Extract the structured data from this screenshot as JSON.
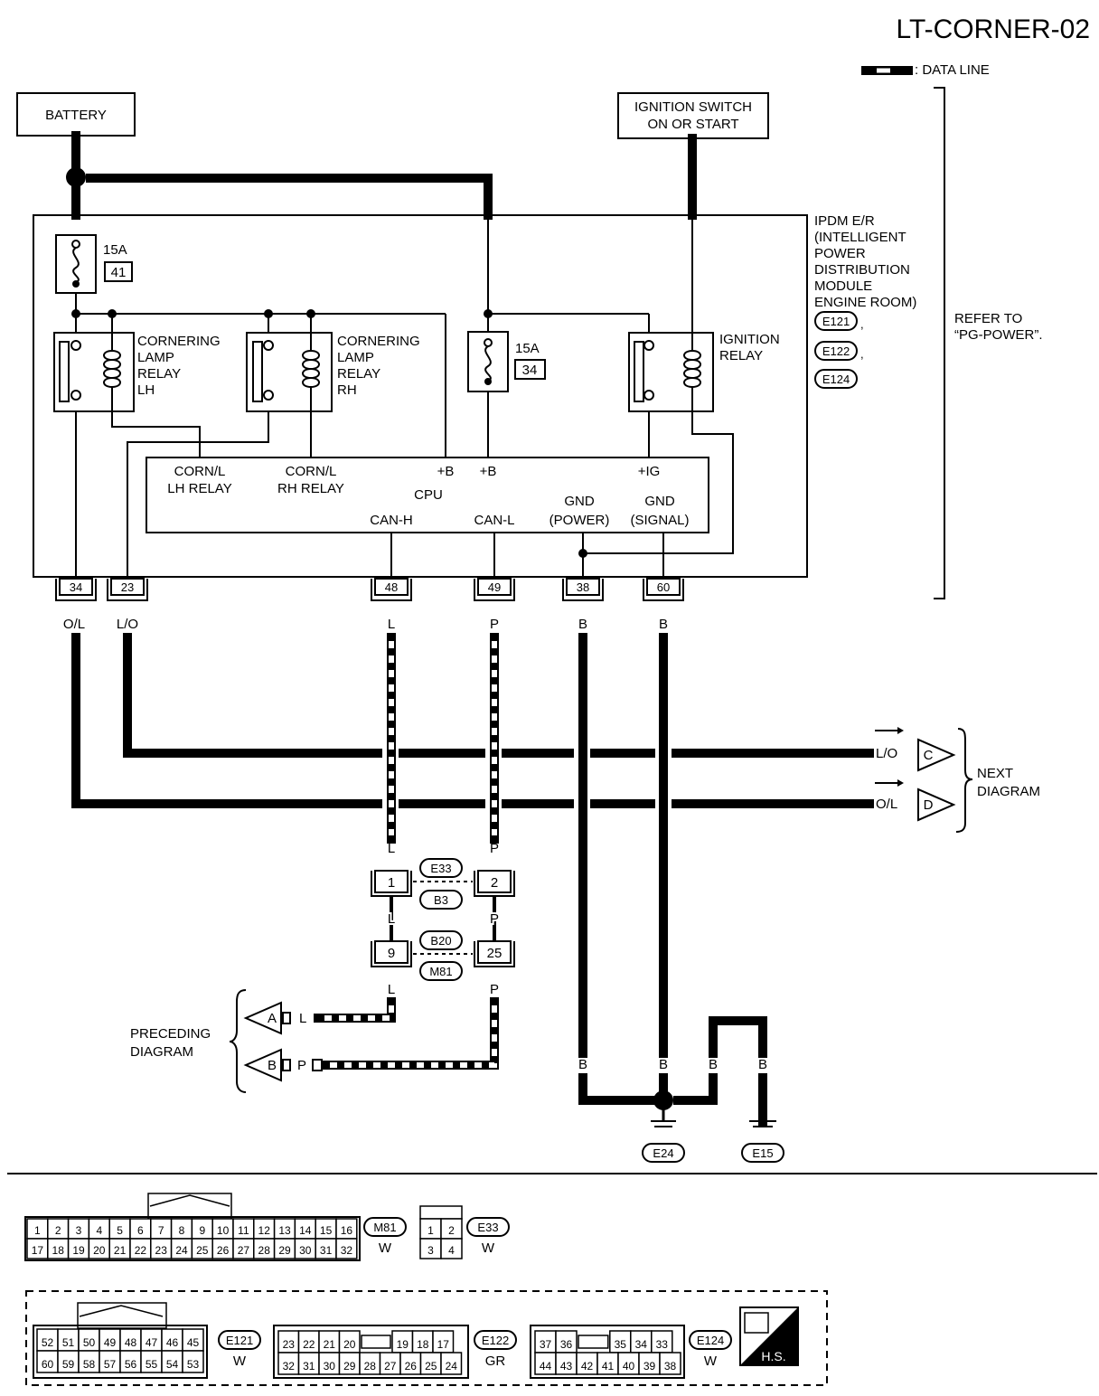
{
  "title": "LT-CORNER-02",
  "legend": {
    "data_line": ": DATA LINE"
  },
  "battery": "BATTERY",
  "ignition_switch": [
    "IGNITION SWITCH",
    "ON OR START"
  ],
  "ipdm": {
    "lines": [
      "IPDM E/R",
      "(INTELLIGENT",
      "POWER",
      "DISTRIBUTION",
      "MODULE",
      "ENGINE ROOM)"
    ],
    "connectors": [
      "E121",
      "E122",
      "E124"
    ],
    "refer": [
      "REFER TO",
      "“PG-POWER”."
    ]
  },
  "fuses": [
    {
      "amp": "15A",
      "number": "41"
    },
    {
      "amp": "15A",
      "number": "34"
    }
  ],
  "relays": {
    "lh": [
      "CORNERING",
      "LAMP",
      "RELAY",
      "LH"
    ],
    "rh": [
      "CORNERING",
      "LAMP",
      "RELAY",
      "RH"
    ],
    "ign": [
      "IGNITION",
      "RELAY"
    ]
  },
  "cpu": {
    "corn_lh": [
      "CORN/L",
      "LH RELAY"
    ],
    "corn_rh": [
      "CORN/L",
      "RH RELAY"
    ],
    "b1": "+B",
    "b2": "+B",
    "ig": "+IG",
    "name": "CPU",
    "gnd_power": [
      "GND",
      "(POWER)"
    ],
    "gnd_signal": [
      "GND",
      "(SIGNAL)"
    ],
    "can_h": "CAN-H",
    "can_l": "CAN-L"
  },
  "terminals": [
    {
      "num": "34",
      "color": "O/L"
    },
    {
      "num": "23",
      "color": "L/O"
    },
    {
      "num": "48",
      "color": "L"
    },
    {
      "num": "49",
      "color": "P"
    },
    {
      "num": "38",
      "color": "B"
    },
    {
      "num": "60",
      "color": "B"
    }
  ],
  "next_diagram": {
    "label": [
      "NEXT",
      "DIAGRAM"
    ],
    "c": {
      "color": "L/O",
      "letter": "C"
    },
    "d": {
      "color": "O/L",
      "letter": "D"
    }
  },
  "preceding_diagram": {
    "label": [
      "PRECEDING",
      "DIAGRAM"
    ],
    "a": {
      "color": "L",
      "letter": "A"
    },
    "b": {
      "color": "P",
      "letter": "B"
    }
  },
  "joint_connectors": [
    {
      "top": "E33",
      "bottom": "B3",
      "left": "1",
      "right": "2"
    },
    {
      "top": "B20",
      "bottom": "M81",
      "left": "9",
      "right": "25"
    }
  ],
  "wire_colors": {
    "l": "L",
    "p": "P",
    "b": "B"
  },
  "grounds": [
    "E24",
    "E15"
  ],
  "connector_m81": {
    "id": "M81",
    "color": "W",
    "row1": [
      "1",
      "2",
      "3",
      "4",
      "5",
      "6",
      "7",
      "8",
      "9",
      "10",
      "11",
      "12",
      "13",
      "14",
      "15",
      "16"
    ],
    "row2": [
      "17",
      "18",
      "19",
      "20",
      "21",
      "22",
      "23",
      "24",
      "25",
      "26",
      "27",
      "28",
      "29",
      "30",
      "31",
      "32"
    ]
  },
  "connector_e33": {
    "id": "E33",
    "color": "W",
    "row1": [
      "1",
      "2"
    ],
    "row2": [
      "3",
      "4"
    ]
  },
  "connector_e121": {
    "id": "E121",
    "color": "W",
    "row1": [
      "52",
      "51",
      "50",
      "49",
      "48",
      "47",
      "46",
      "45"
    ],
    "row2": [
      "60",
      "59",
      "58",
      "57",
      "56",
      "55",
      "54",
      "53"
    ]
  },
  "connector_e122": {
    "id": "E122",
    "color": "GR",
    "row1": [
      "23",
      "22",
      "21",
      "20",
      "",
      "19",
      "18",
      "17"
    ],
    "row2": [
      "32",
      "31",
      "30",
      "29",
      "28",
      "27",
      "26",
      "25",
      "24"
    ]
  },
  "connector_e124": {
    "id": "E124",
    "color": "W",
    "row1": [
      "37",
      "36",
      "",
      "35",
      "34",
      "33"
    ],
    "row2": [
      "44",
      "43",
      "42",
      "41",
      "40",
      "39",
      "38"
    ]
  },
  "hs": "H.S."
}
